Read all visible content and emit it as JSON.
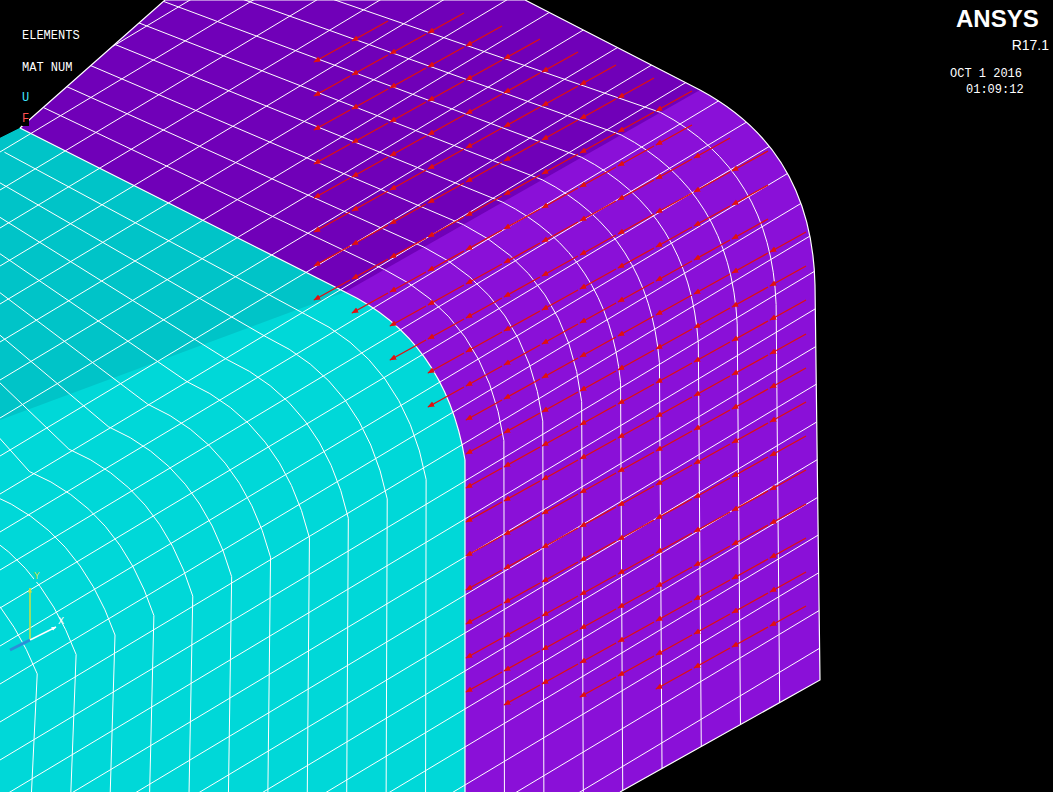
{
  "diagram": {
    "labels": [
      "ELEMENTS",
      "MAT NUM",
      "U",
      "F",
      "ANSYS",
      "R17.1",
      "OCT 1 2016",
      "01:09:12",
      "Y",
      "X"
    ]
  }
}
